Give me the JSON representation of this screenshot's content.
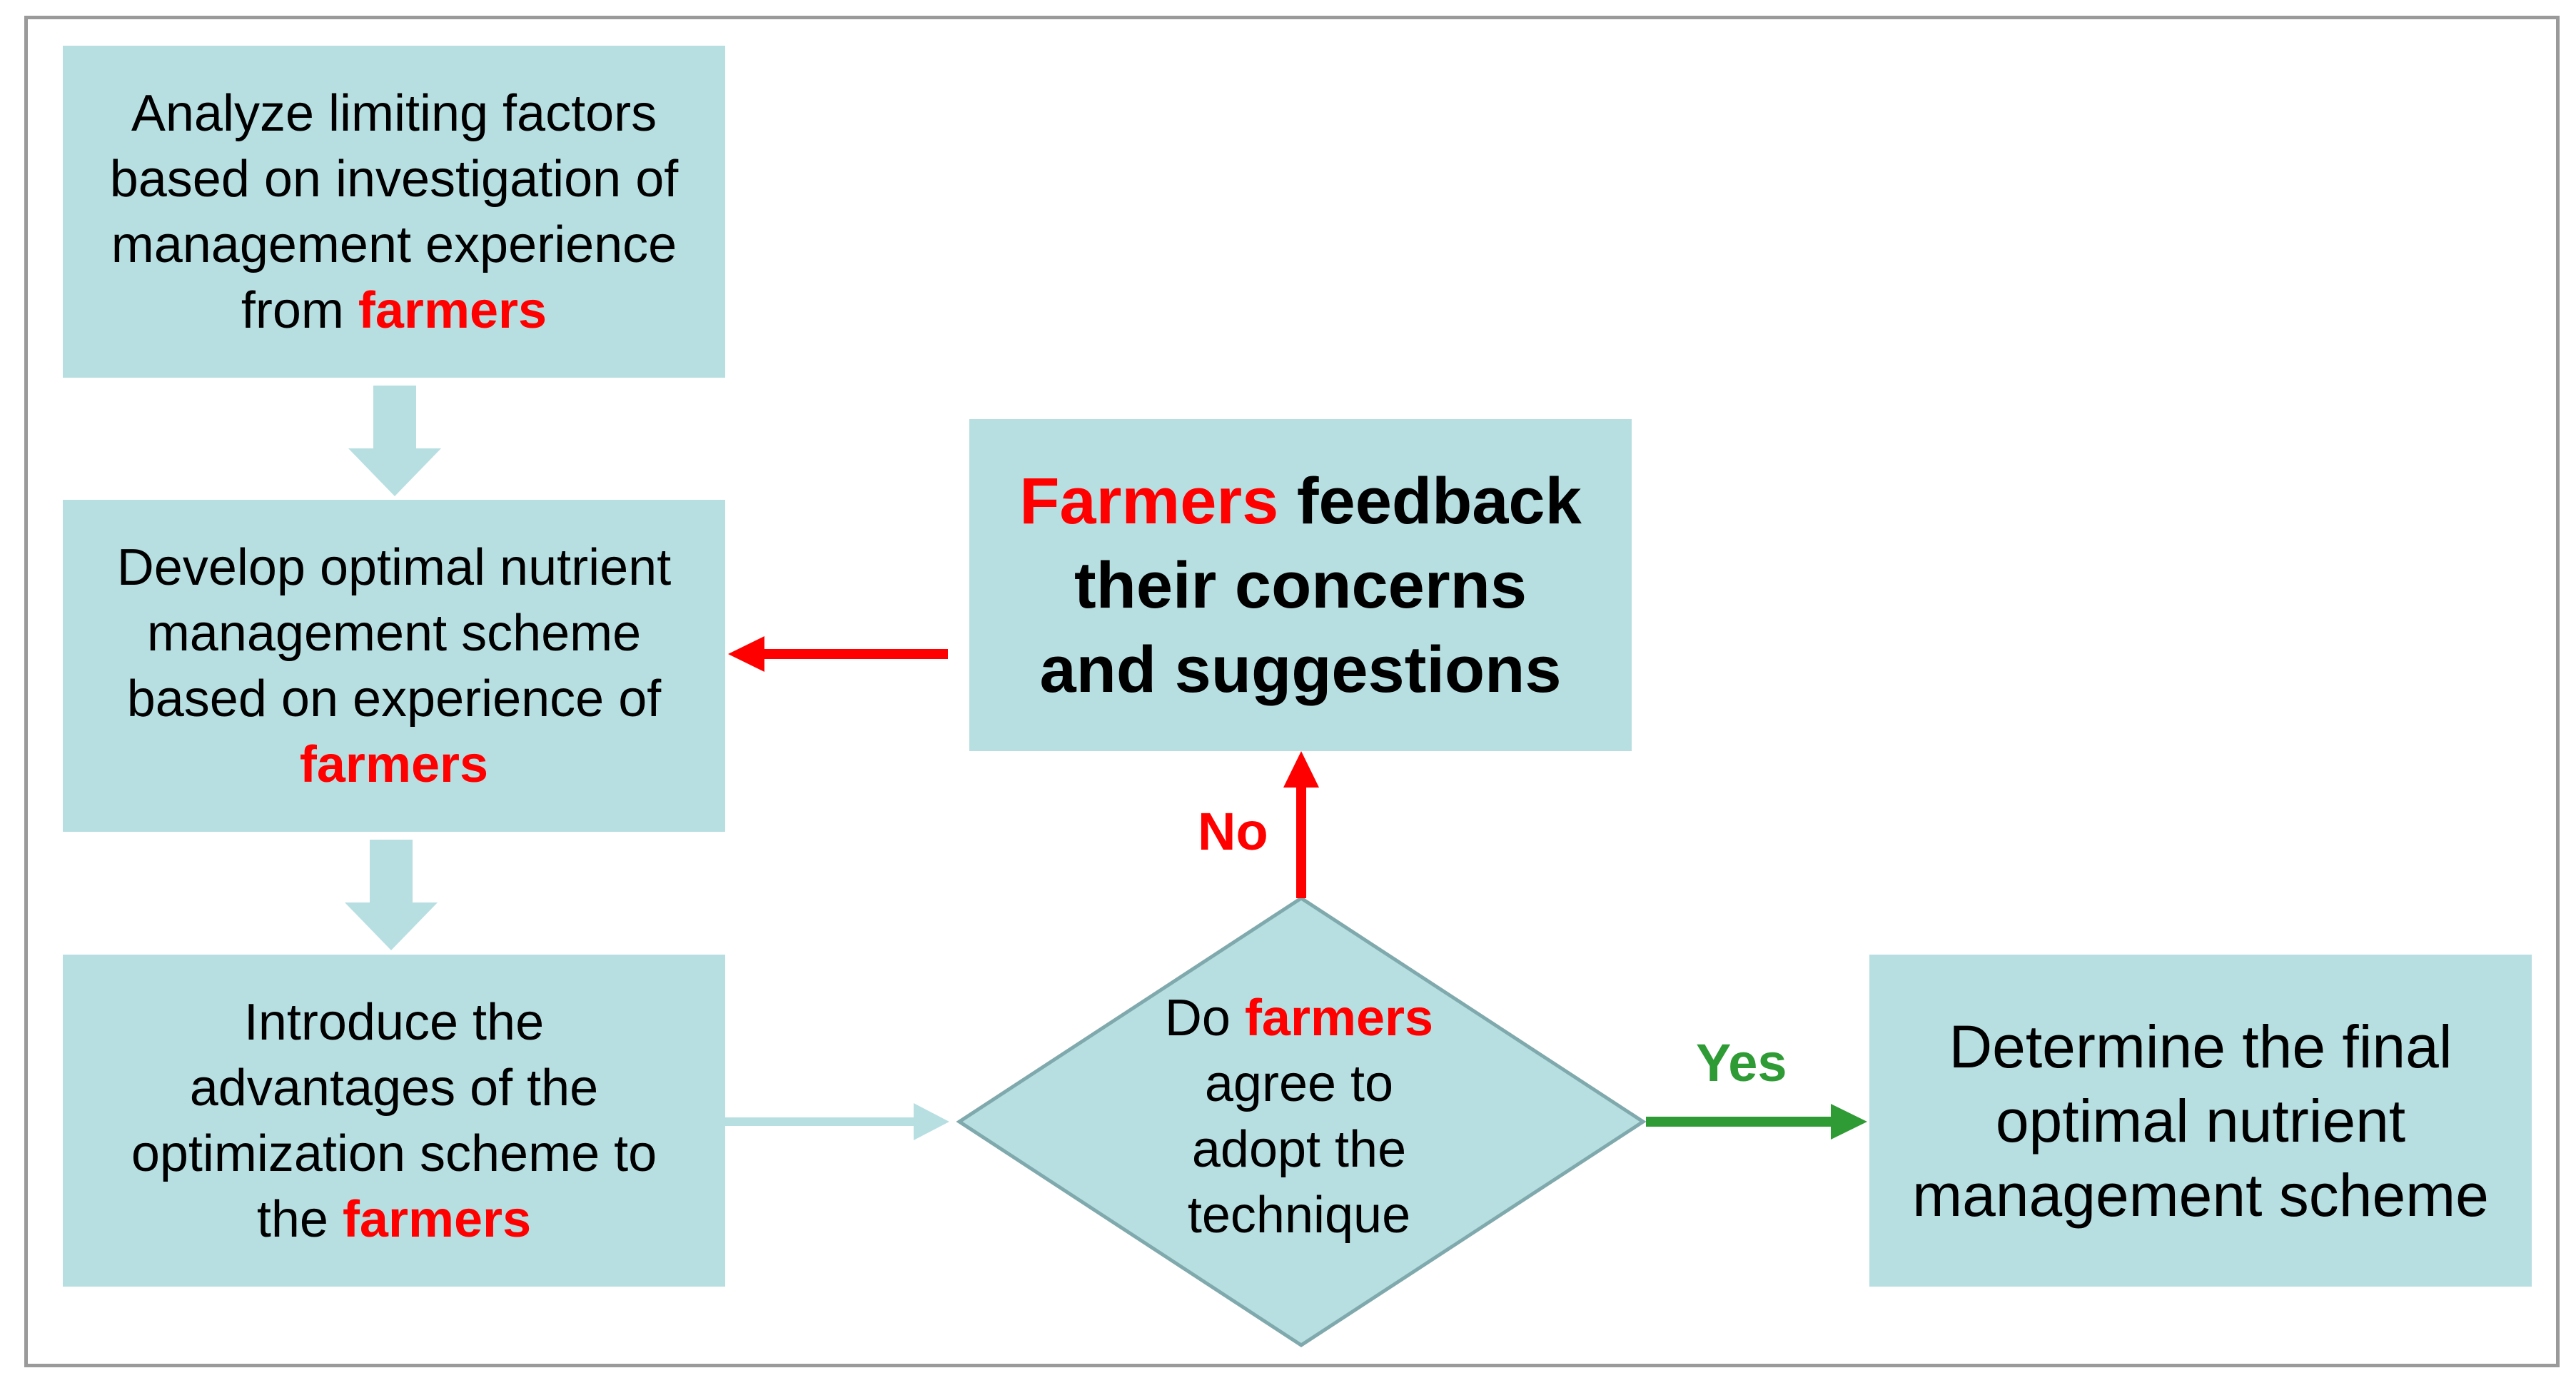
{
  "steps": {
    "analyze": {
      "line1": "Analyze limiting factors",
      "line2": "based on investigation of",
      "line3": "management experience",
      "line4_prefix": "from ",
      "line4_highlight": "farmers"
    },
    "develop": {
      "line1": "Develop optimal nutrient",
      "line2": "management scheme",
      "line3": "based on experience of",
      "line4_highlight": "farmers"
    },
    "introduce": {
      "line1": "Introduce the",
      "line2": "advantages of the",
      "line3": "optimization scheme to",
      "line4_prefix": "the ",
      "line4_highlight": "farmers"
    },
    "feedback": {
      "highlight": "Farmers",
      "line1_rest": " feedback",
      "line2": "their concerns",
      "line3": "and suggestions"
    },
    "decision": {
      "line1_prefix": "Do ",
      "line1_highlight": "farmers",
      "line2": "agree to",
      "line3": "adopt the",
      "line4": "technique"
    },
    "final": {
      "line1": "Determine the final",
      "line2": "optimal nutrient",
      "line3": "management scheme"
    }
  },
  "labels": {
    "no": "No",
    "yes": "Yes"
  },
  "colors": {
    "box_fill": "#b7dfe2",
    "highlight_red": "#ff0000",
    "yes_green": "#2e9b35",
    "light_arrow": "#b7dfe2",
    "frame": "#9a9a9a"
  }
}
